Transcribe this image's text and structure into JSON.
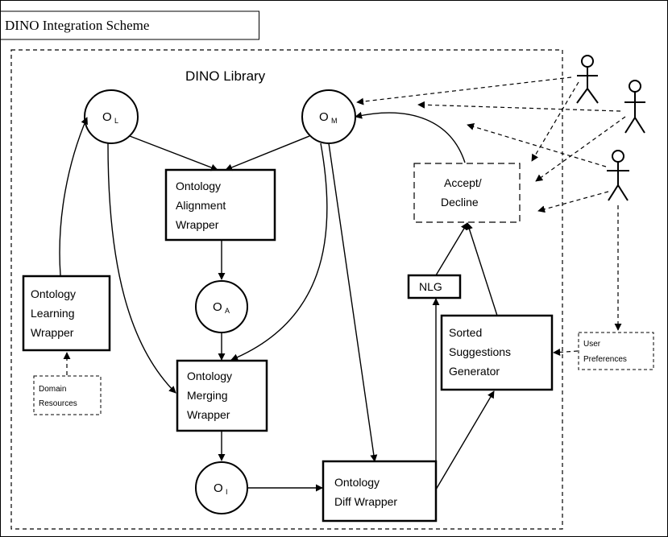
{
  "title": "DINO Integration Scheme",
  "library_label": "DINO Library",
  "ontology_nodes": {
    "ol": {
      "main": "O",
      "sub": "L"
    },
    "om": {
      "main": "O",
      "sub": "M"
    },
    "oa": {
      "main": "O",
      "sub": "A"
    },
    "oi": {
      "main": "O",
      "sub": "I"
    }
  },
  "boxes": {
    "alignment": [
      "Ontology",
      "Alignment",
      "Wrapper"
    ],
    "learning": [
      "Ontology",
      "Learning",
      "Wrapper"
    ],
    "merging": [
      "Ontology",
      "Merging",
      "Wrapper"
    ],
    "diff": [
      "Ontology",
      "Diff Wrapper"
    ],
    "nlg": [
      "NLG"
    ],
    "sorted": [
      "Sorted",
      "Suggestions",
      "Generator"
    ],
    "accept": [
      "Accept/",
      "Decline"
    ]
  },
  "notes": {
    "domain": [
      "Domain",
      "Resources"
    ],
    "user_prefs": [
      "User",
      "Preferences"
    ]
  },
  "colors": {
    "stroke": "#000000",
    "background": "#ffffff"
  }
}
